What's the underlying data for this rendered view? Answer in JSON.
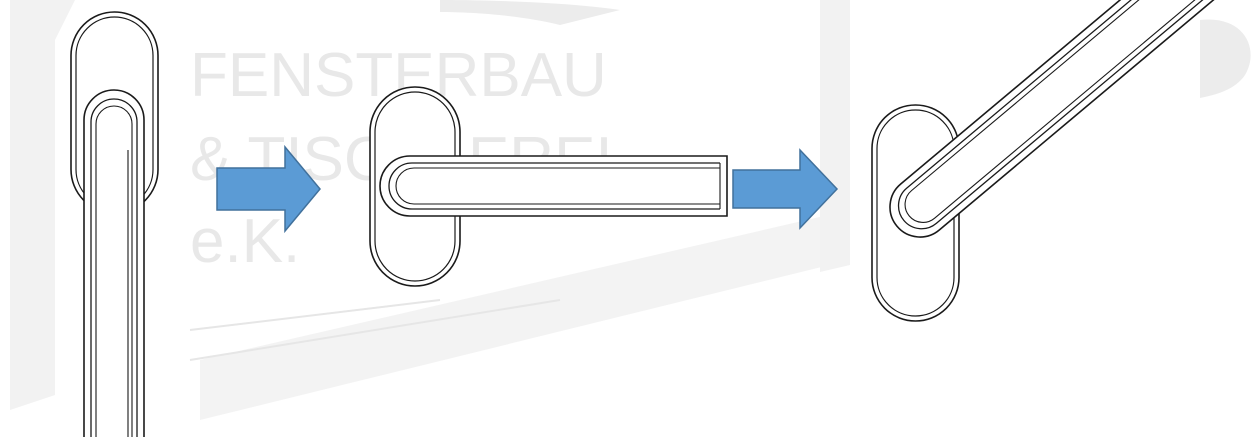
{
  "watermark": {
    "lines": [
      "FENSTERBAU",
      "& TISCHLEREI",
      "e.K."
    ]
  },
  "colors": {
    "arrow_fill": "#5b9bd5",
    "arrow_stroke": "#41719c",
    "outline": "#1a1a1a",
    "watermark": "#e8e8e8"
  },
  "diagram": {
    "steps": [
      {
        "id": "closed",
        "state": "handle-pointing-down",
        "angle_deg": 90
      },
      {
        "id": "open",
        "state": "handle-horizontal",
        "angle_deg": 0
      },
      {
        "id": "tilt",
        "state": "handle-pointing-up",
        "angle_deg": -40
      }
    ],
    "arrows": 2
  }
}
